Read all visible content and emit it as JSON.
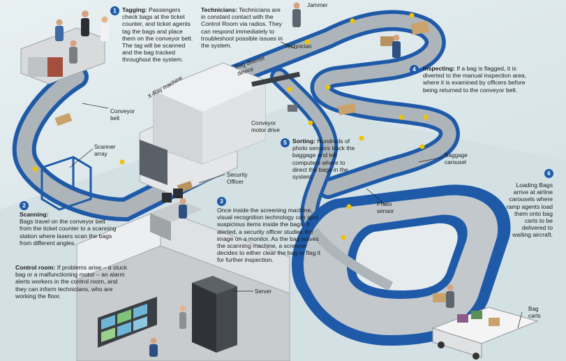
{
  "steps": {
    "tagging": {
      "num": "1",
      "title": "Tagging:",
      "text": "Passengers check bags at the ticket counter, and ticket agents tag the bags and place them on the conveyor belt. The tag will be scanned and the bag tracked throughout the system."
    },
    "scanning": {
      "num": "2",
      "title": "Scanning:",
      "text": "Bags travel on the conveyor belt from the ticket counter to a scanning station where lasers scan the bags from different angles."
    },
    "screening": {
      "num": "3",
      "text": "Once inside the screening machine, visual recognition technology can spot suspicious items inside the bags. If alerted, a security officer studies the image on a monitor. As the bag leaves the scanning machine, a screener decides to either clear the bag or flag it for further inspection."
    },
    "inspecting": {
      "num": "4",
      "title": "Inspecting:",
      "text": "If a bag is flagged, it is diverted to the manual inspection area, where it is examined by officers before being returned to the conveyor belt."
    },
    "sorting": {
      "num": "5",
      "title": "Sorting:",
      "text": "Hundreds of photo sensors track the baggage and tell computers where to direct the bags in the system."
    },
    "loading": {
      "num": "6",
      "text": "Loading Bags arrive at airline carousels where ramp agents load them onto bag carts to be delivered to waiting aircraft."
    },
    "technicians": {
      "title": "Technicians:",
      "text": "Technicians are in constant contact with the Control Room via radios. They can respond immediately to troubleshoot possible issues in the system."
    },
    "control_room": {
      "title": "Control room:",
      "text": "If problems arise – a stuck bag or a malfunctioning motor – an alarm alerts workers in the control room, and they can inform technicians, who are working the floor."
    }
  },
  "labels": {
    "jammer": "Jammer",
    "technician": "Technician",
    "bag_diverter": "Bag diverter device",
    "xray": "X-Ray machine",
    "conveyor_belt": "Conveyor belt",
    "scanner_array": "Scanner array",
    "conveyor_motor": "Conveyor motor drive",
    "security_officer": "Security Officer",
    "baggage_carousel": "Baggage carousel",
    "photo_sensor": "Photo sensor",
    "server": "Server",
    "bag_carts": "Bag carts"
  },
  "colors": {
    "belt_blue": "#1e5aa8",
    "belt_surface": "#aeb5ba",
    "step_badge": "#1e5aa8",
    "sensor_yellow": "#f2c200",
    "background": "#dfe9ec"
  }
}
